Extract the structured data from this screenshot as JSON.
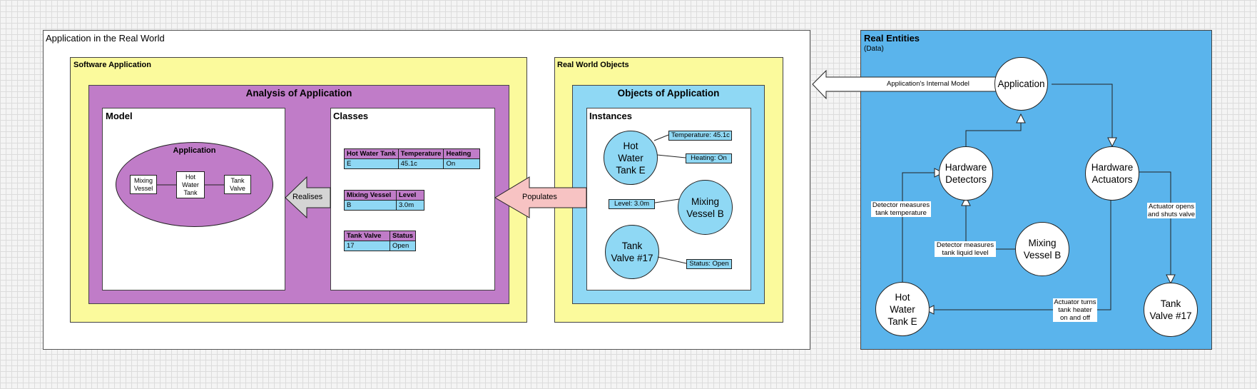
{
  "colors": {
    "panel_yellow": "#fbfa9c",
    "analysis_purple": "#c07cc8",
    "objects_blue": "#8fd8f4",
    "entities_blue": "#5ab4ec",
    "populates_pink": "#f7c3c3",
    "realises_gray": "#d4d4d4"
  },
  "outer": {
    "title": "Application in the Real World"
  },
  "software": {
    "title": "Software Application",
    "analysis": {
      "title": "Analysis of Application",
      "model": {
        "title": "Model",
        "ellipse_title": "Application",
        "nodes": [
          "Mixing\nVessel",
          "Hot\nWater\nTank",
          "Tank\nValve"
        ]
      },
      "classes": {
        "title": "Classes",
        "tables": [
          {
            "headers": [
              "Hot Water Tank",
              "Temperature",
              "Heating"
            ],
            "row": [
              "E",
              "45.1c",
              "On"
            ]
          },
          {
            "headers": [
              "Mixing Vessel",
              "Level"
            ],
            "row": [
              "B",
              "3.0m"
            ]
          },
          {
            "headers": [
              "Tank Valve",
              "Status"
            ],
            "row": [
              "17",
              "Open"
            ]
          }
        ]
      }
    }
  },
  "realises_label": "Realises",
  "populates_label": "Populates",
  "rwo": {
    "title": "Real World Objects",
    "objects": {
      "title": "Objects of Application",
      "instances": {
        "title": "Instances",
        "circles": [
          "Hot\nWater\nTank E",
          "Mixing\nVessel B",
          "Tank\nValve #17"
        ],
        "tags": [
          "Temperature: 45.1c",
          "Heating: On",
          "Level: 3.0m",
          "Status: Open"
        ]
      }
    }
  },
  "entities": {
    "title": "Real Entities",
    "subtitle": "(Data)",
    "internal_model_label": "Application's Internal Model",
    "nodes": {
      "application": "Application",
      "detectors": "Hardware\nDetectors",
      "actuators": "Hardware\nActuators",
      "mixing": "Mixing\nVessel B",
      "hot_water": "Hot\nWater\nTank E",
      "tank_valve": "Tank\nValve #17"
    },
    "edge_labels": {
      "temp": "Detector measures\ntank temperature",
      "level": "Detector measures\ntank liquid level",
      "valve": "Actuator opens\nand shuts valve",
      "heater": "Actuator turns\ntank heater\non and off"
    }
  }
}
